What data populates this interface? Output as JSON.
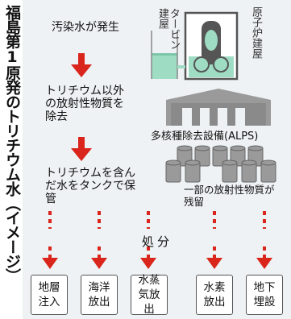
{
  "title": "福島第1原発のトリチウム水（イメージ）",
  "steps": [
    {
      "text": "汚染水が発生"
    },
    {
      "text": "トリチウム以外の放射性物質を除去"
    },
    {
      "text": "トリチウムを含んだ水をタンクで保管"
    }
  ],
  "buildings": {
    "turbine": "タービン建屋",
    "reactor": "原子炉建屋"
  },
  "alps_label": "多核種除去設備(ALPS)",
  "residue_label": "一部の放射性物質が残留",
  "disposal_label": "処分",
  "methods": [
    {
      "label": "地層注入"
    },
    {
      "label": "海洋放出"
    },
    {
      "label": "水蒸気放出"
    },
    {
      "label": "水素放出"
    },
    {
      "label": "地下埋設"
    }
  ],
  "colors": {
    "arrow": "#d9251b",
    "water": "#9fdcc4",
    "panel": "#eef2f4",
    "building": "#8f8f8f"
  }
}
